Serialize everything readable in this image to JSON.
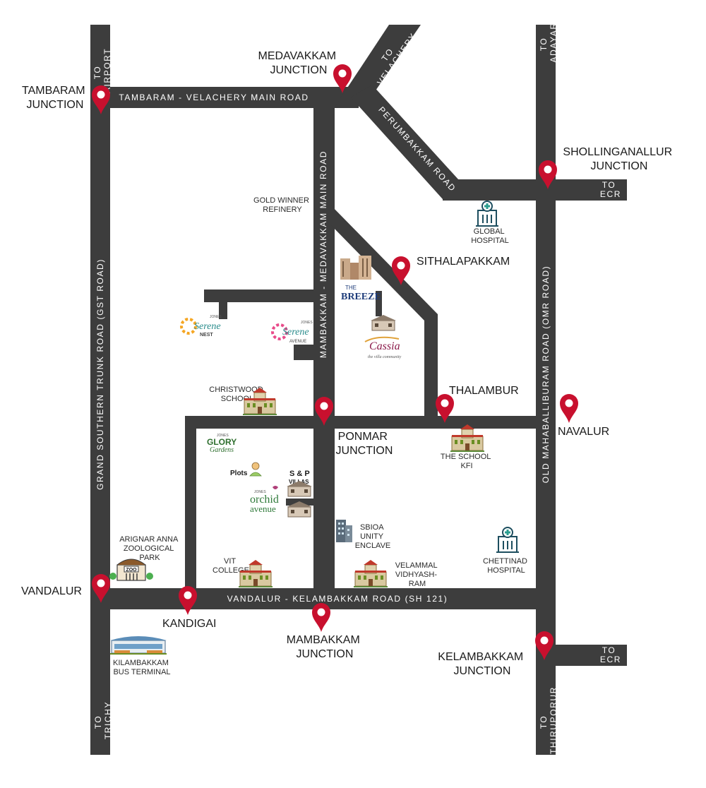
{
  "roads": {
    "to_airport": [
      "TO",
      "AIRPORT"
    ],
    "tambaram_velachery": "TAMBARAM - VELACHERY MAIN ROAD",
    "to_velachery": [
      "TO",
      "VELACHERY"
    ],
    "to_adayar": [
      "TO",
      "ADAYAR"
    ],
    "perumbakkam_road": "PERUMBAKKAM ROAD",
    "to_ecr_top": [
      "TO",
      "ECR"
    ],
    "mambakkam_medavakkam": "MAMBAKKAM - MEDAVAKKAM MAIN ROAD",
    "gst_road": "GRAND SOUTHERN TRUNK ROAD (GST ROAD)",
    "omr_road": "OLD MAHABALLIBURAM ROAD (OMR ROAD)",
    "vandalur_kelambakkam": "VANDALUR - KELAMBAKKAM ROAD (SH 121)",
    "to_ecr_bottom": [
      "TO",
      "ECR"
    ],
    "to_trichy": [
      "TO",
      "TRICHY"
    ],
    "to_thiruporur": [
      "TO",
      "THIRUPORUR"
    ]
  },
  "junctions": {
    "tambaram": [
      "TAMBARAM",
      "JUNCTION"
    ],
    "medavakkam": [
      "MEDAVAKKAM",
      "JUNCTION"
    ],
    "shollinganallur": [
      "SHOLLINGANALLUR",
      "JUNCTION"
    ],
    "sithalapakkam": "SITHALAPAKKAM",
    "thalambur": "THALAMBUR",
    "navalur": "NAVALUR",
    "ponmar": [
      "PONMAR",
      "JUNCTION"
    ],
    "vandalur": "VANDALUR",
    "kandigai": "KANDIGAI",
    "mambakkam": [
      "MAMBAKKAM",
      "JUNCTION"
    ],
    "kelambakkam": [
      "KELAMBAKKAM",
      "JUNCTION"
    ]
  },
  "places": {
    "gold_winner": [
      "GOLD WINNER",
      "REFINERY"
    ],
    "global_hospital": [
      "GLOBAL",
      "HOSPITAL"
    ],
    "christwood": [
      "CHRISTWOOD",
      "SCHOOL"
    ],
    "school_kfi": [
      "THE SCHOOL",
      "KFI"
    ],
    "zoo": [
      "ARIGNAR ANNA",
      "ZOOLOGICAL",
      "PARK"
    ],
    "vit": [
      "VIT",
      "COLLEGE"
    ],
    "sbioa": [
      "SBIOA",
      "UNITY",
      "ENCLAVE"
    ],
    "velammal": [
      "VELAMMAL",
      "VIDHYASH-",
      "RAM"
    ],
    "chettinad": [
      "CHETTINAD",
      "HOSPITAL"
    ],
    "kilambakkam": [
      "KILAMBAKKAM",
      "BUS TERMINAL"
    ],
    "plots": "Plots",
    "zoo_sign": "ZOO"
  },
  "projects": {
    "breeze": [
      "THE",
      "BREEZE"
    ],
    "serene_nest": [
      "Serene",
      "NEST"
    ],
    "serene_avenue": [
      "Serene",
      "AVENUE"
    ],
    "cassia": [
      "Cassia",
      "the villa community"
    ],
    "glory": [
      "GLORY",
      "Gardens"
    ],
    "sp_villas": [
      "S & P",
      "VILLAS"
    ],
    "orchid": [
      "orchid",
      "avenue"
    ],
    "jones": "JONES"
  },
  "colors": {
    "road": "#3d3d3d",
    "pin": "#c8102e",
    "text": "#1a1a1a"
  },
  "icons": [
    "map-pin-icon",
    "hospital-icon",
    "school-icon",
    "zoo-icon",
    "bus-terminal-icon",
    "building-icon",
    "person-icon",
    "villa-icon"
  ]
}
